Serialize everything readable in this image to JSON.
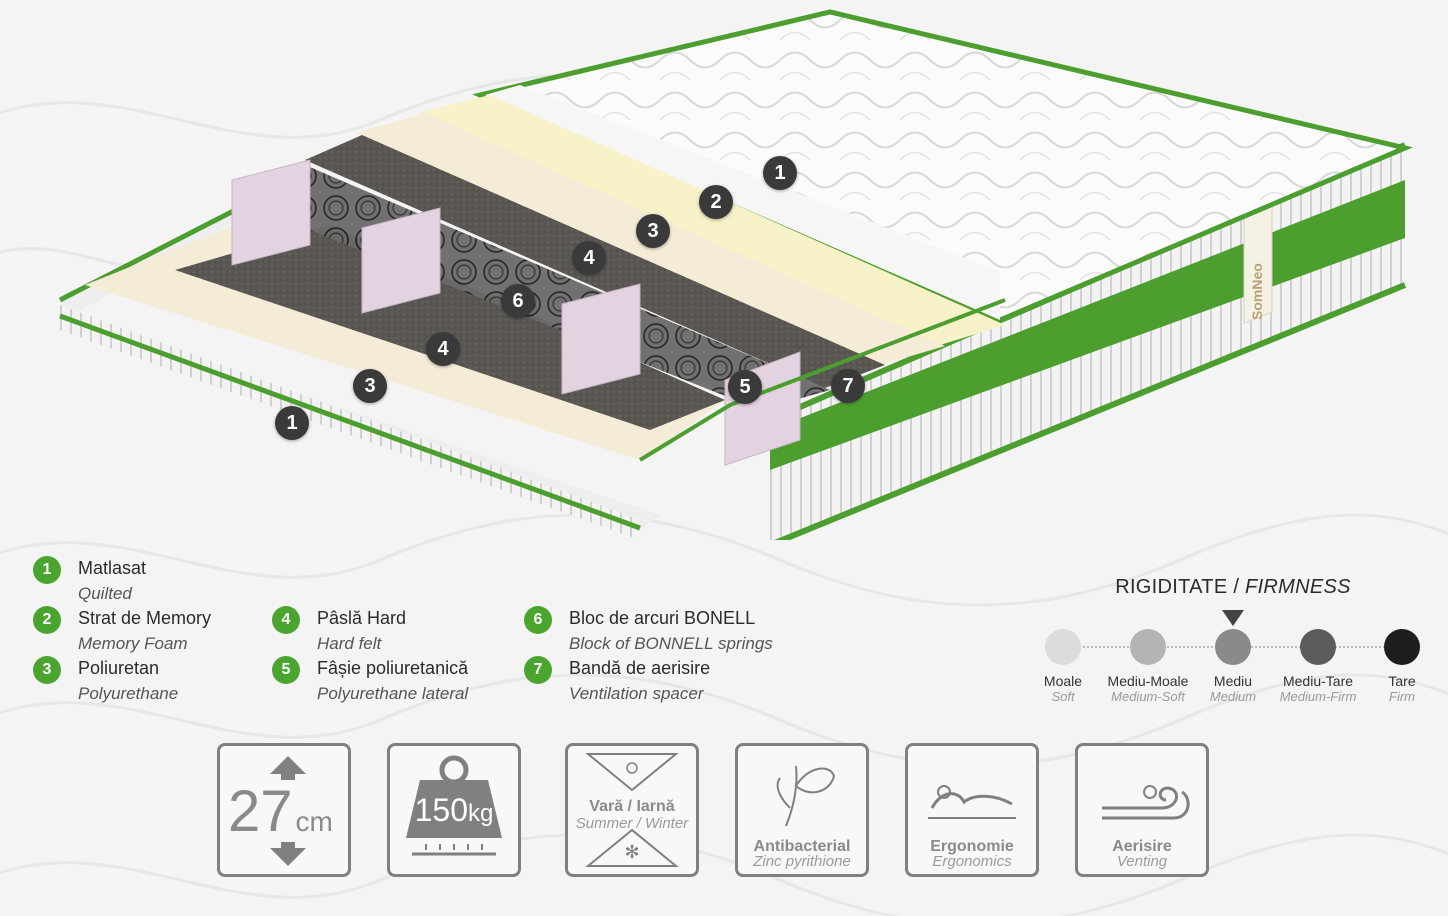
{
  "markers": [
    {
      "label": "1"
    },
    {
      "label": "2"
    },
    {
      "label": "3"
    },
    {
      "label": "4"
    },
    {
      "label": "6"
    },
    {
      "label": "4"
    },
    {
      "label": "3"
    },
    {
      "label": "1"
    },
    {
      "label": "5"
    },
    {
      "label": "7"
    }
  ],
  "brand_strip": "SomNeo",
  "legend": [
    {
      "num": "1",
      "ro": "Matlasat",
      "en": "Quilted"
    },
    {
      "num": "2",
      "ro": "Strat de Memory",
      "en": "Memory Foam"
    },
    {
      "num": "3",
      "ro": "Poliuretan",
      "en": "Polyurethane"
    },
    {
      "num": "4",
      "ro": "Pâslă Hard",
      "en": "Hard felt"
    },
    {
      "num": "5",
      "ro": "Fâșie poliuretanică",
      "en": "Polyurethane lateral"
    },
    {
      "num": "6",
      "ro": "Bloc de arcuri BONELL",
      "en": "Block of BONNELL springs"
    },
    {
      "num": "7",
      "ro": "Bandă de aerisire",
      "en": "Ventilation spacer"
    }
  ],
  "firmness": {
    "title_ro": "RIGIDITATE /",
    "title_en": "FIRMNESS",
    "selected_index": 2,
    "levels": [
      {
        "ro": "Moale",
        "en": "Soft",
        "color": "#dcdcdc"
      },
      {
        "ro": "Mediu-Moale",
        "en": "Medium-Soft",
        "color": "#b4b4b4"
      },
      {
        "ro": "Mediu",
        "en": "Medium",
        "color": "#8a8a8a"
      },
      {
        "ro": "Mediu-Tare",
        "en": "Medium-Firm",
        "color": "#5c5c5c"
      },
      {
        "ro": "Tare",
        "en": "Firm",
        "color": "#1e1e1e"
      }
    ]
  },
  "features": {
    "height": {
      "value": "27",
      "unit": "cm"
    },
    "weight": {
      "value": "150",
      "unit": "kg"
    },
    "season": {
      "ro": "Vară / Iarnă",
      "en": "Summer / Winter"
    },
    "antibacterial": {
      "ro": "Antibacterial",
      "en": "Zinc pyrithione"
    },
    "ergonomie": {
      "ro": "Ergonomie",
      "en": "Ergonomics"
    },
    "aerisire": {
      "ro": "Aerisire",
      "en": "Venting"
    }
  },
  "colors": {
    "accent_green": "#4aa52e",
    "marker_dark": "#3a3a3a",
    "icon_gray": "#808080"
  }
}
